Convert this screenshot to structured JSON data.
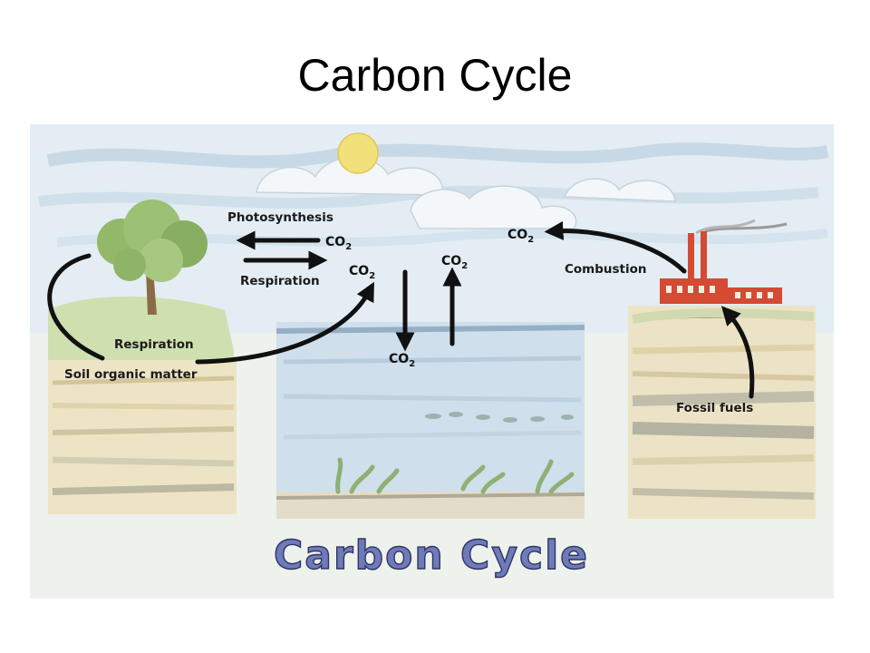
{
  "title": "Carbon Cycle",
  "diagram": {
    "labels": {
      "photosynthesis": "Photosynthesis",
      "respiration_top": "Respiration",
      "respiration_left": "Respiration",
      "soil_organic_matter": "Soil organic matter",
      "combustion": "Combustion",
      "fossil_fuels": "Fossil fuels"
    },
    "co2": {
      "main": "CO",
      "sub": "2"
    },
    "banner": "Carbon Cycle"
  },
  "colors": {
    "sky": "#dfeaf2",
    "water": "#c8daea",
    "soil": "#e9dfc0",
    "banner_fill": "#6f7ab8",
    "factory": "#d44a32"
  }
}
